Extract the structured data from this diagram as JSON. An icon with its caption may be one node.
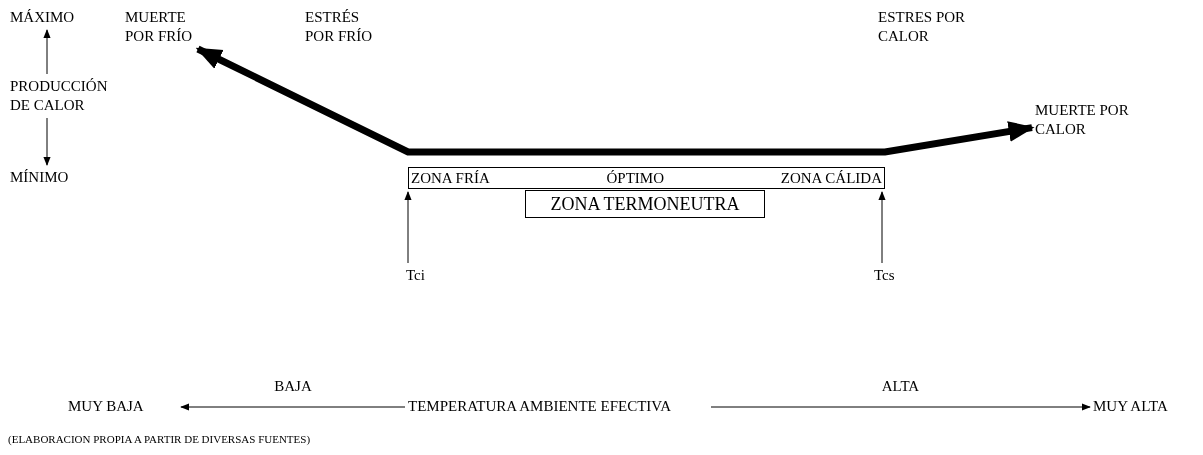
{
  "diagram": {
    "caption": "(ELABORACION PROPIA A PARTIR DE DIVERSAS FUENTES)",
    "nodes": [
      {
        "text": [
          "MÁXIMO"
        ]
      },
      {
        "text": [
          "PRODUCCIÓN DE CALOR"
        ]
      },
      {
        "text": [
          "MÍNIMO"
        ]
      },
      {
        "text": [
          "MUERTE POR FRÍO"
        ]
      },
      {
        "text": [
          "MUERTE POR CALOR"
        ]
      },
      {
        "text": [
          "ZONA FRÍA",
          "ÓPTIMO",
          "ZONA CÁLIDA"
        ]
      },
      {
        "text": [
          "ZONA TERMONEUTRA"
        ]
      },
      {
        "text": [
          "Tci"
        ]
      },
      {
        "text": [
          "Tcs"
        ]
      },
      {
        "text": [
          "MUY BAJA"
        ]
      },
      {
        "text": [
          "TEMPERATURA AMBIENTE EFECTIVA"
        ]
      },
      {
        "text": [
          "MUY ALTA"
        ]
      }
    ],
    "edges": [
      {
        "from": 1,
        "to": 0,
        "arrow": "to"
      },
      {
        "from": 1,
        "to": 2,
        "arrow": "to"
      },
      {
        "from": 3,
        "to": 4,
        "arrow": "both",
        "style": "thick"
      },
      {
        "from": 7,
        "to": 5,
        "arrow": "to"
      },
      {
        "from": 8,
        "to": 5,
        "arrow": "to"
      },
      {
        "from": 10,
        "to": 9,
        "arrow": "to",
        "label": "BAJA"
      },
      {
        "from": 10,
        "to": 11,
        "arrow": "to",
        "label": "ALTA"
      }
    ],
    "labels": [
      "ESTRÉS POR FRÍO",
      "ESTRES POR CALOR"
    ]
  }
}
